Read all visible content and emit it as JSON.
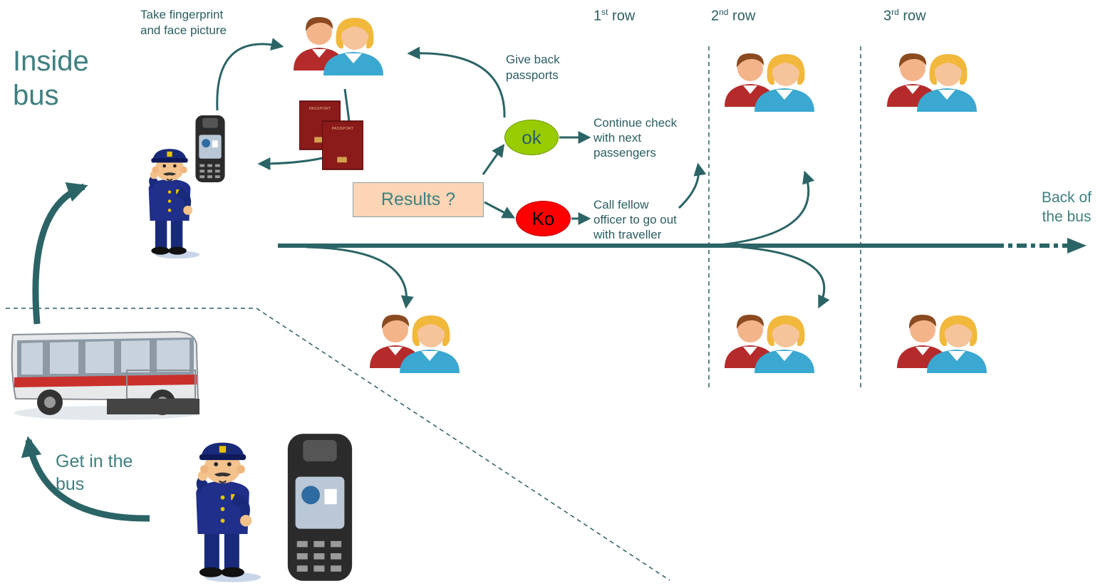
{
  "title": "Inside bus",
  "row_labels": [
    {
      "num": "1",
      "sup": "st",
      "word": "row"
    },
    {
      "num": "2",
      "sup": "nd",
      "word": "row"
    },
    {
      "num": "3",
      "sup": "rd",
      "word": "row"
    }
  ],
  "steps": {
    "fingerprint": [
      "Take fingerprint",
      "and face picture"
    ],
    "give_back": [
      "Give back",
      "passports"
    ],
    "continue": [
      "Continue check",
      "with next",
      "passengers"
    ],
    "call_officer": [
      "Call fellow",
      "officer to go out",
      "with traveller"
    ],
    "get_in": [
      "Get in the",
      "bus"
    ]
  },
  "results_label": "Results ?",
  "ok_label": "ok",
  "ko_label": "Ko",
  "back_label": [
    "Back of",
    "the bus"
  ],
  "colors": {
    "arrow": "#2b6466",
    "ok_fill": "#99cc00",
    "ko_fill": "#ff0000",
    "results_fill": "#fbd5b5",
    "officer_uniform": "#1f2f8a",
    "passport": "#8b1a1a",
    "male_shirt": "#c0392b",
    "female_shirt": "#39a7cf"
  },
  "icons": [
    "officer-icon",
    "scanner-icon",
    "passport-icon",
    "passengers-icon",
    "bus-icon"
  ]
}
